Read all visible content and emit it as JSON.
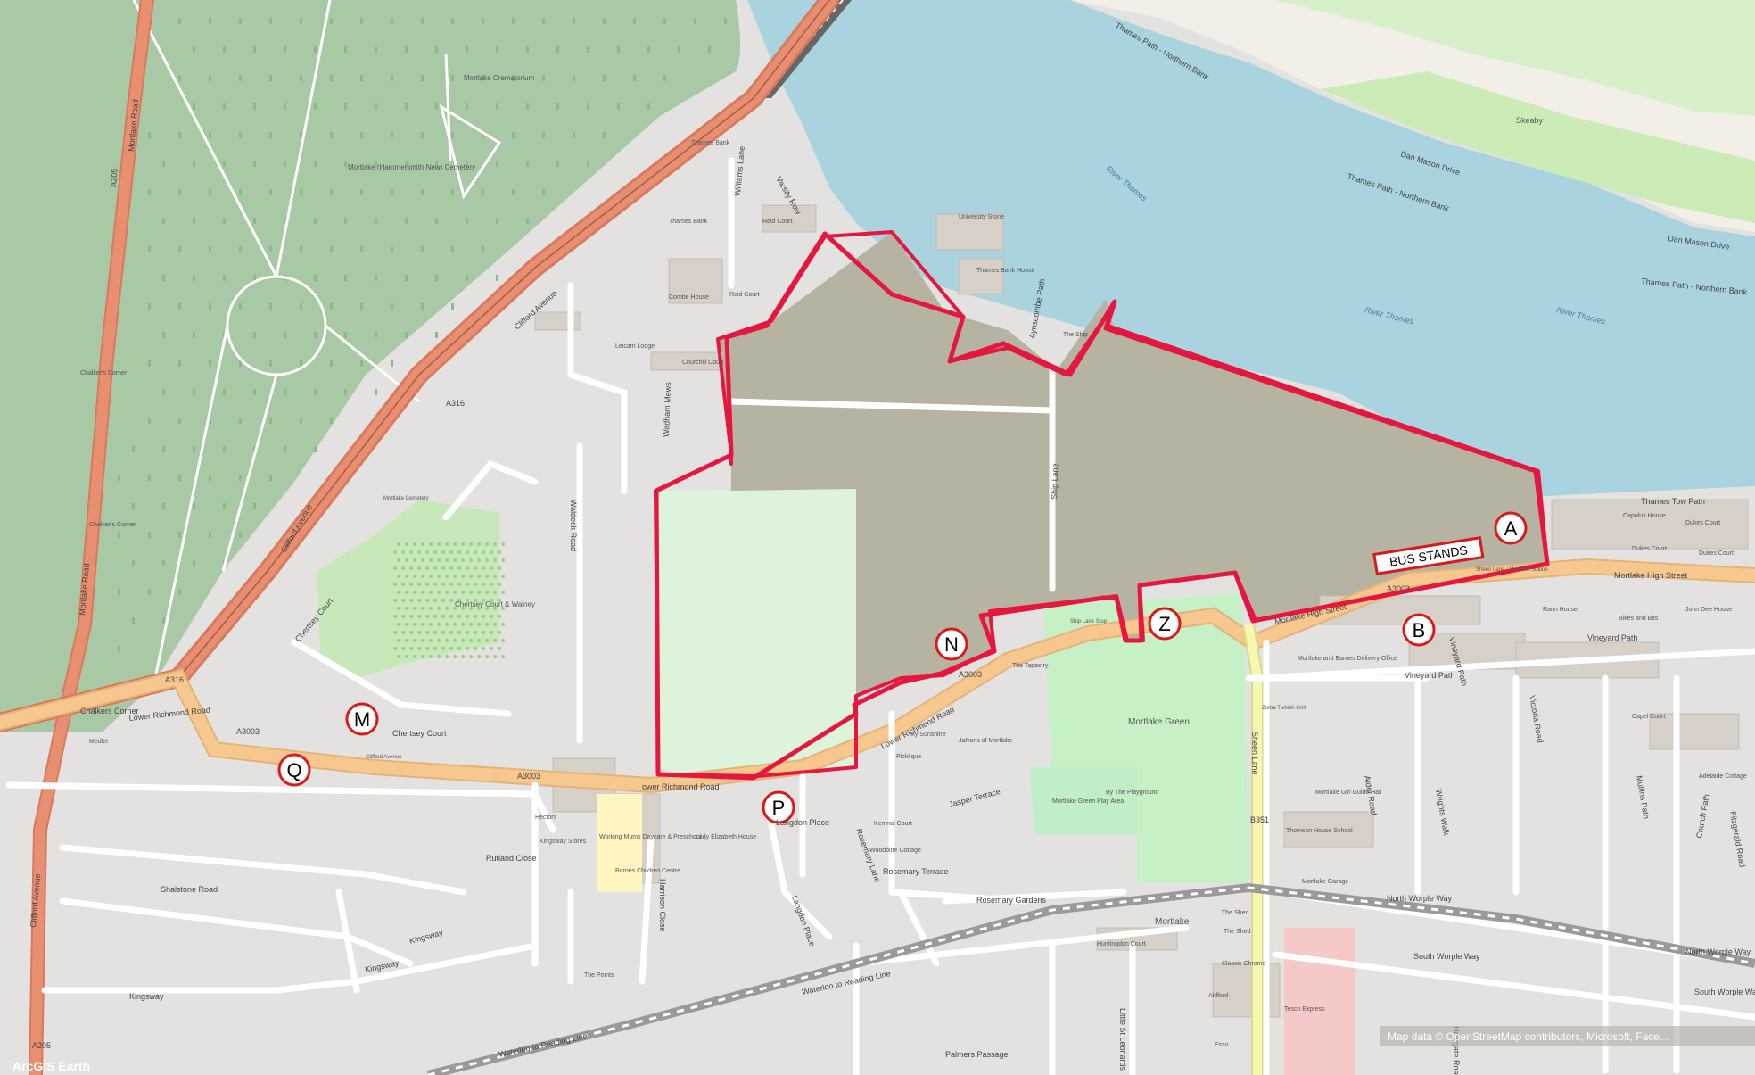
{
  "map": {
    "attribution": "Map data © OpenStreetMap contributors, Microsoft, Face...",
    "logo": "ArcGIS Earth",
    "colors": {
      "water": "#a9d3de",
      "cemetery": "#a9c9a6",
      "park": "#c6f0c6",
      "site": "#b6b3a3",
      "road_major": "#e88f72",
      "road_secondary": "#f6c78e",
      "road_tertiary": "#f7f7b0",
      "boundary": "#e5173f",
      "marker_ring": "#d81a1a"
    }
  },
  "markers": [
    {
      "id": "A",
      "label": "A"
    },
    {
      "id": "B",
      "label": "B"
    },
    {
      "id": "Z",
      "label": "Z"
    },
    {
      "id": "N",
      "label": "N"
    },
    {
      "id": "M",
      "label": "M"
    },
    {
      "id": "Q",
      "label": "Q"
    },
    {
      "id": "P",
      "label": "P"
    }
  ],
  "bus_stands_label": "BUS STANDS",
  "labels": {
    "river_thames_1": "River Thames",
    "river_thames_2": "River Thames",
    "river_thames_3": "River Thames",
    "thames_path_nb_1": "Thames Path - Northern Bank",
    "thames_path_nb_2": "Thames Path - Northern Bank",
    "thames_path_nb_3": "Thames Path - Northern Bank",
    "dan_mason_1": "Dan Mason Drive",
    "dan_mason_2": "Dan Mason Drive",
    "skeaby": "Skeaby",
    "mortlake_crematorium": "Mortlake Crematorium",
    "cemetery": "Mortlake (Hammersmith New) Cemetery",
    "mortlake_road_1": "Mortlake Road",
    "mortlake_road_2": "Mortlake Road",
    "a205_1": "A205",
    "a205_2": "A205",
    "clifford_avenue_1": "Clifford Avenue",
    "clifford_avenue_2": "Clifford Avenue",
    "clifford_avenue_3": "Clifford Avenue",
    "chalkers_corner_1": "Chalker's Corner",
    "chalkers_corner_2": "Chalkers Corner",
    "chalkers_corner_3": "Chalker's Corner",
    "a316_1": "A316",
    "a316_2": "A316",
    "lower_richmond_road_1": "Lower Richmond Road",
    "lower_richmond_road_2": "ower Richmond Road",
    "lower_richmond_road_3": "Lower Richmond Road",
    "a3003_1": "A3003",
    "a3003_2": "A3003",
    "a3003_3": "A3003",
    "a3003_4": "A3003",
    "mortlake_high_street_1": "Mortlake High Street",
    "mortlake_high_street_2": "Mortlake High Street",
    "ship_lane": "Ship Lane",
    "sheen_lane": "Sheen Lane",
    "b351": "B351",
    "vineyard_path_1": "Vineyard Path",
    "vineyard_path_2": "Vineyard Path",
    "vineyard_path_3": "Vineyard Path",
    "mortlake_green": "Mortlake Green",
    "mortlake_station": "Mortlake",
    "waterloo_reading_1": "Waterloo to Reading Line",
    "waterloo_reading_2": "Waterloo to Reading Line",
    "north_worple_way_1": "North Worple Way",
    "north_worple_way_2": "North Worple Way",
    "south_worple_way_1": "South Worple Way",
    "south_worple_way_2": "South Worple Way",
    "rosemary_gardens": "Rosemary Gardens",
    "rosemary_lane": "Rosemary Lane",
    "rosemary_terrace": "Rosemary Terrace",
    "shalstone_road": "Shalstone Road",
    "kingsway_1": "Kingsway",
    "kingsway_2": "Kingsway",
    "kingsway_3": "Kingsway",
    "rutland_close": "Rutland Close",
    "chertsey_court_1": "Chertsey Court",
    "chertsey_court_2": "Chertsey Court",
    "chertsey_court_walney": "Chertsey Court & Walney",
    "waldeck_road": "Waldeck Road",
    "thames_bank_1": "Thames Bank",
    "thames_bank_2": "Thames Bank",
    "thames_bank_house": "Thames Bank House",
    "university_stone": "University Stone",
    "williams_lane": "Williams Lane",
    "varsity_row": "Varsity Row",
    "reid_court_1": "Reid Court",
    "reid_court_2": "Reid Court",
    "combe_house": "Combe House",
    "leicam_lodge": "Leicam Lodge",
    "churchill_court": "Churchill Court",
    "wadham_mews": "Wadham Mews",
    "aynscombe_path": "Aynscombe Path",
    "the_ship": "The Ship",
    "thames_tow_path": "Thames Tow Path",
    "capulus_house": "Capulus House",
    "dukes_court_1": "Dukes Court",
    "dukes_court_2": "Dukes Court",
    "dukes_court_3": "Dukes Court",
    "mortlake_barnes_delivery": "Mortlake and Barnes Delivery Office",
    "bikes_and_bits": "Bikes and Bits",
    "mortlake_girl_guide_hall": "Mortlake Girl Guide Hall",
    "thomson_house_school": "Thomson House School",
    "alder_road": "Alder Road",
    "victoria_road": "Victoria Road",
    "wrights_walk": "Wrights Walk",
    "mullins_path": "Mullins Path",
    "adelaide_cottage": "Adelaide Cottage",
    "church_path": "Church Path",
    "fitzgerald_road": "Fitzgerald Road",
    "capel_court": "Capel Court",
    "the_tapestry": "The Tapestry",
    "my_sunshine": "My Sunshine",
    "jalvans_of_mortlake": "Jalvans of Mortlake",
    "picklique": "Picklique",
    "jasper_terrace": "Jasper Terrace",
    "kemnal_court": "Kemnal Court",
    "woodbine_cottage": "Woodbine Cottage",
    "working_mums": "Working Mums Daycare & Preschool",
    "barnes_childrens": "Barnes Children Centre",
    "lady_elizabeth_house": "Lady Elizabeth House",
    "langdon_place_1": "Langdon Place",
    "langdon_place_2": "Langdon Place",
    "hectors": "Hectors",
    "kingsway_stores": "Kingsway Stores",
    "harrison_close": "Harrison Close",
    "the_shed_1": "The Shed",
    "the_shed_2": "The Shed",
    "classic_chrome": "Classic Chrome",
    "aldford": "Aldford",
    "tesco_express": "Tesco Express",
    "huntingdon_court": "Huntingdon Court",
    "palmers_passage": "Palmers Passage",
    "the_points": "The Points",
    "mortlake_green_play_area": "Mortlake Green Play Area",
    "by_the_playground": "By The Playground",
    "mortlake_garage": "Mortlake Garage",
    "sheen_lane_mortlake_station": "Sheen Lane / Mortlake Station",
    "ship_lane_stop": "Ship Lane Stop",
    "mortlake_cemetery_stop": "Mortlake Cemetery",
    "clifford_avenue_stop": "Clifford Avenue",
    "medlet": "Medlet",
    "essex": "Esso",
    "zorba_turkish": "Zorba Turkish Grill",
    "john_dee_house": "John Dee House",
    "rann_house": "Rann House",
    "little_st_leonards": "Little St Leonards",
    "howgate_road": "Howgate Road"
  }
}
